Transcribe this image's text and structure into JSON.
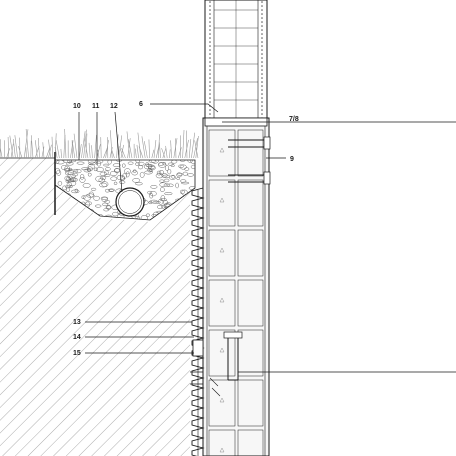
{
  "drawing": {
    "callouts": [
      {
        "id": "10",
        "text": "10"
      },
      {
        "id": "11",
        "text": "11"
      },
      {
        "id": "12",
        "text": "12"
      },
      {
        "id": "6",
        "text": "6"
      },
      {
        "id": "7-8",
        "text": "7/8"
      },
      {
        "id": "9",
        "text": "9"
      },
      {
        "id": "13",
        "text": "13"
      },
      {
        "id": "14",
        "text": "14"
      },
      {
        "id": "15",
        "text": "15"
      }
    ],
    "colors": {
      "line": "#1a1a1a",
      "hatch": "#8a8a8a",
      "fill_light": "#f4f4f4",
      "background": "#ffffff"
    }
  }
}
